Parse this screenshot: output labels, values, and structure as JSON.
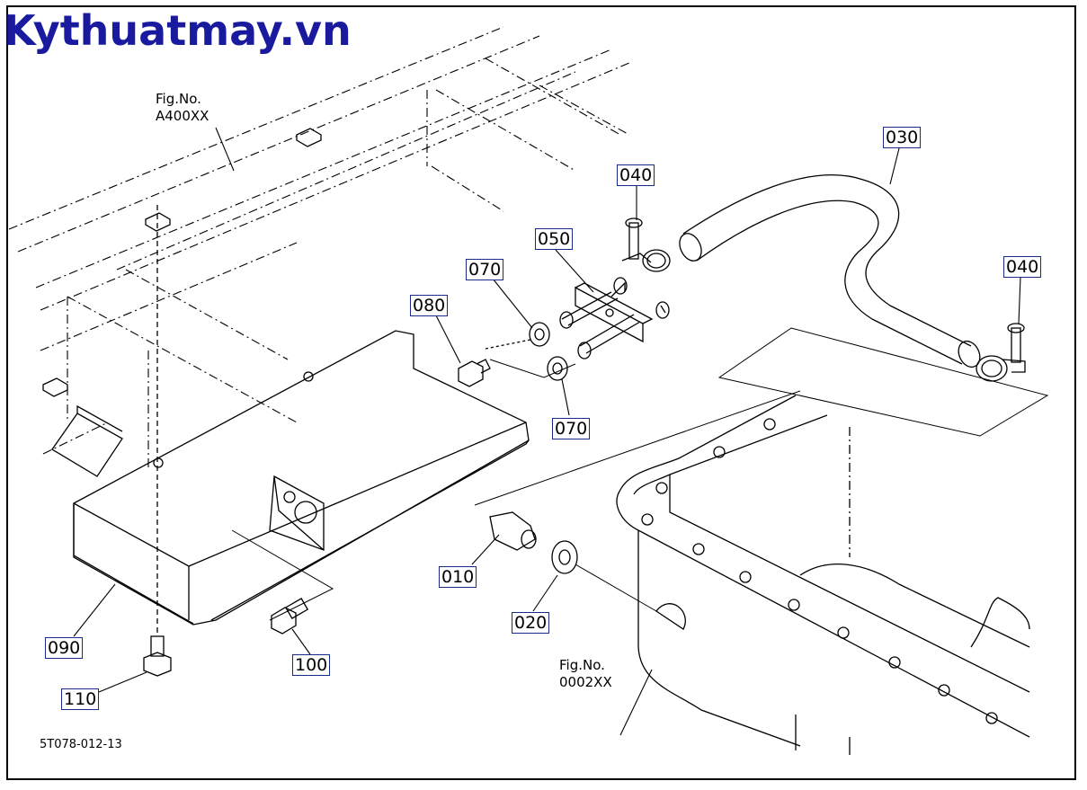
{
  "watermark": {
    "text": "Kythuatmay.vn",
    "color": "#1a1a9e"
  },
  "fig_refs": [
    {
      "id": "top",
      "line1": "Fig.No.",
      "line2": "A400XX"
    },
    {
      "id": "bottom",
      "line1": "Fig.No.",
      "line2": "0002XX"
    }
  ],
  "callouts": {
    "c010": "010",
    "c020": "020",
    "c030": "030",
    "c040a": "040",
    "c040b": "040",
    "c050": "050",
    "c070a": "070",
    "c070b": "070",
    "c080": "080",
    "c090": "090",
    "c100": "100",
    "c110": "110"
  },
  "drawing_number": "5T078-012-13",
  "colors": {
    "line": "#000000",
    "callout_border": "#1a2a8a"
  }
}
